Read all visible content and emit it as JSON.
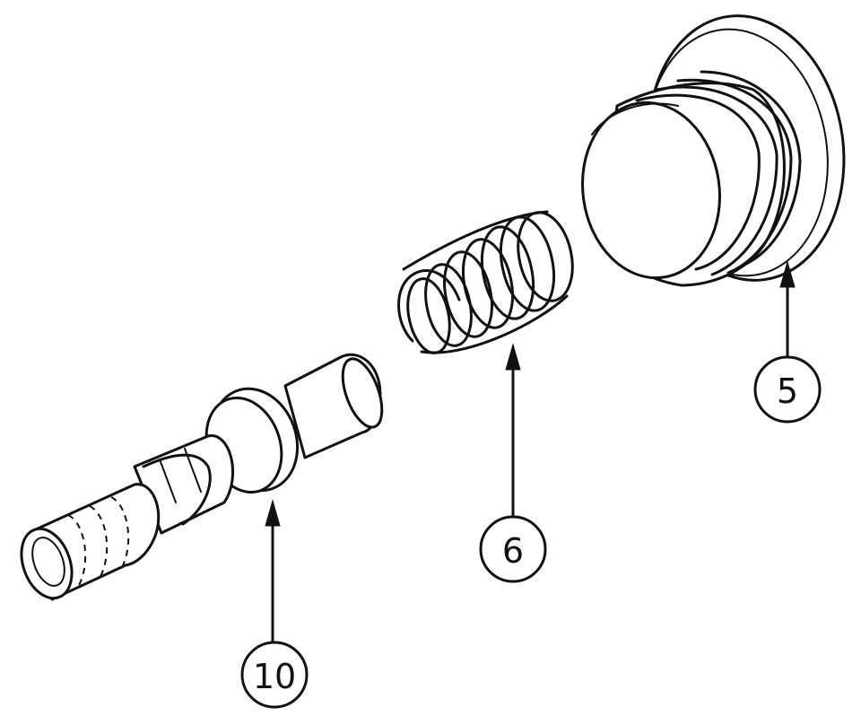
{
  "callouts": [
    {
      "id": "plug",
      "label": "5"
    },
    {
      "id": "spring",
      "label": "6"
    },
    {
      "id": "pin",
      "label": "10"
    }
  ],
  "colors": {
    "ink": "#111111",
    "paper": "#ffffff"
  }
}
